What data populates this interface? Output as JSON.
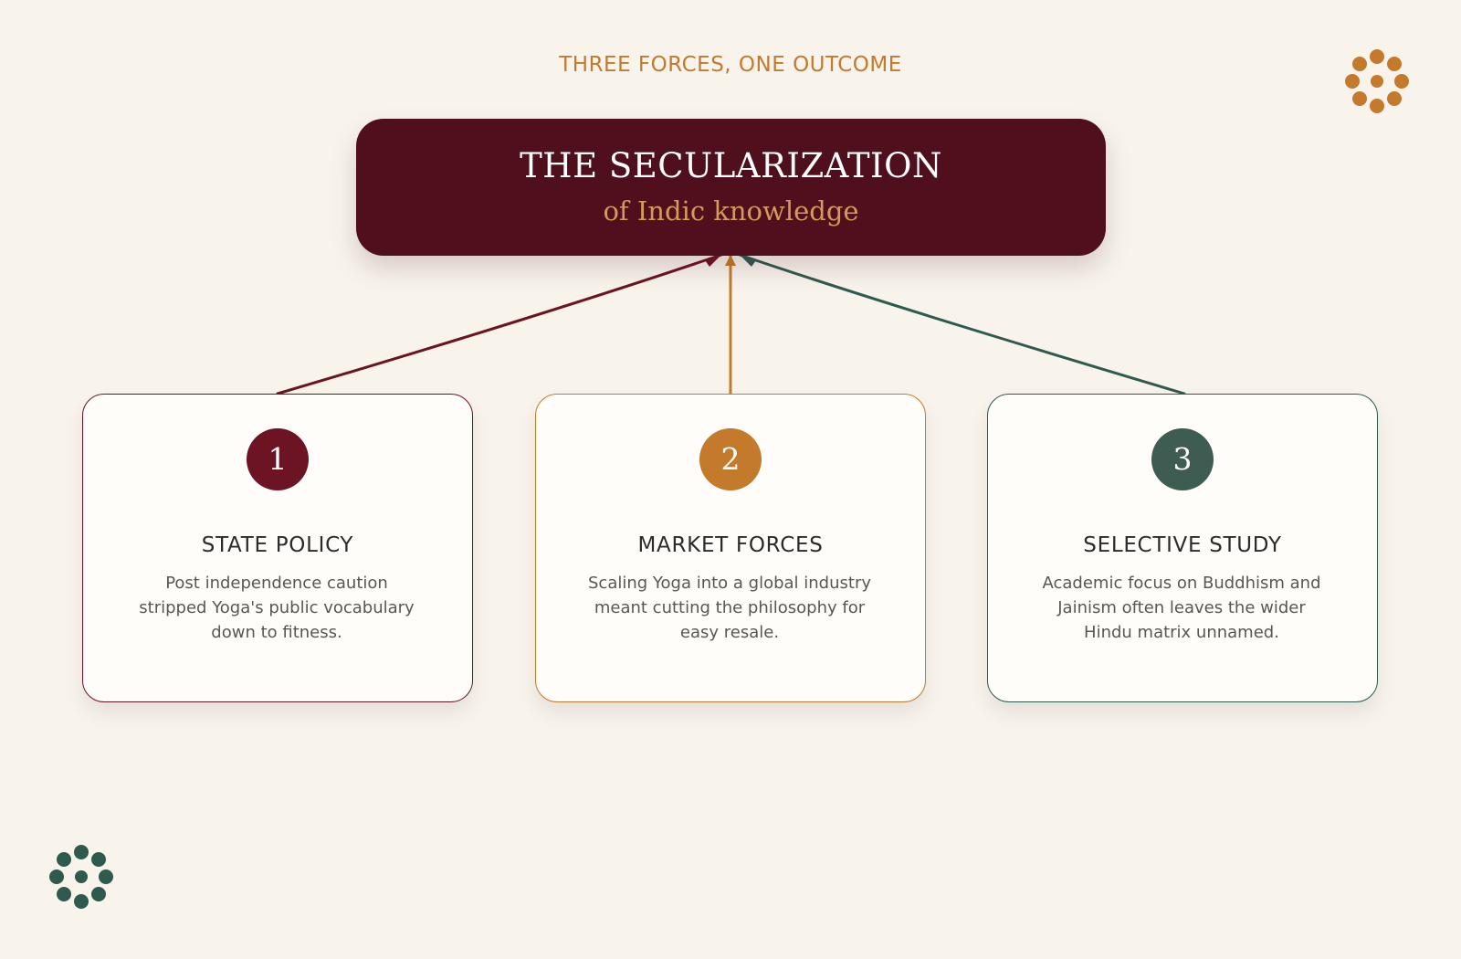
{
  "eyebrow": "THREE FORCES, ONE OUTCOME",
  "hero": {
    "title": "THE SECULARIZATION",
    "subtitle": "of Indic knowledge"
  },
  "cards": [
    {
      "number": "1",
      "title": "STATE POLICY",
      "body": "Post independence caution stripped Yoga's public vocabulary down to fitness.",
      "color": "#6c1424"
    },
    {
      "number": "2",
      "title": "MARKET FORCES",
      "body": "Scaling Yoga into a global industry meant cutting the philosophy for easy resale.",
      "color": "#c47a2c"
    },
    {
      "number": "3",
      "title": "SELECTIVE STUDY",
      "body": "Academic focus on Buddhism and Jainism often leaves the wider Hindu matrix unnamed.",
      "color": "#2f5a4e"
    }
  ],
  "colors": {
    "background": "#f8f4ec",
    "hero": "#4f0f1d",
    "accent": "#c47a2c",
    "green": "#2f5a4e"
  },
  "icons": {
    "top_right": "dot-flower-icon",
    "bottom_left": "dot-flower-icon"
  }
}
